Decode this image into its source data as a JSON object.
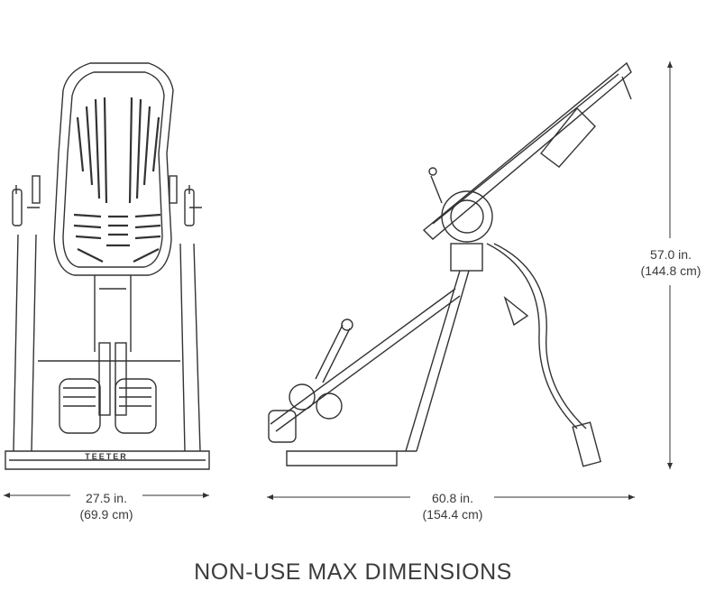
{
  "figure": {
    "title": "NON-USE MAX DIMENSIONS",
    "dimensions": {
      "width": {
        "imperial": "27.5 in.",
        "metric": "(69.9 cm)"
      },
      "length": {
        "imperial": "60.8 in.",
        "metric": "(154.4 cm)"
      },
      "height": {
        "imperial": "57.0 in.",
        "metric": "(144.8 cm)"
      }
    },
    "views": [
      "front-view",
      "side-view"
    ],
    "brand_marks": [
      "TEETER"
    ],
    "colors": {
      "line": "#333333",
      "background": "#ffffff",
      "text": "#3a3a3a"
    }
  }
}
